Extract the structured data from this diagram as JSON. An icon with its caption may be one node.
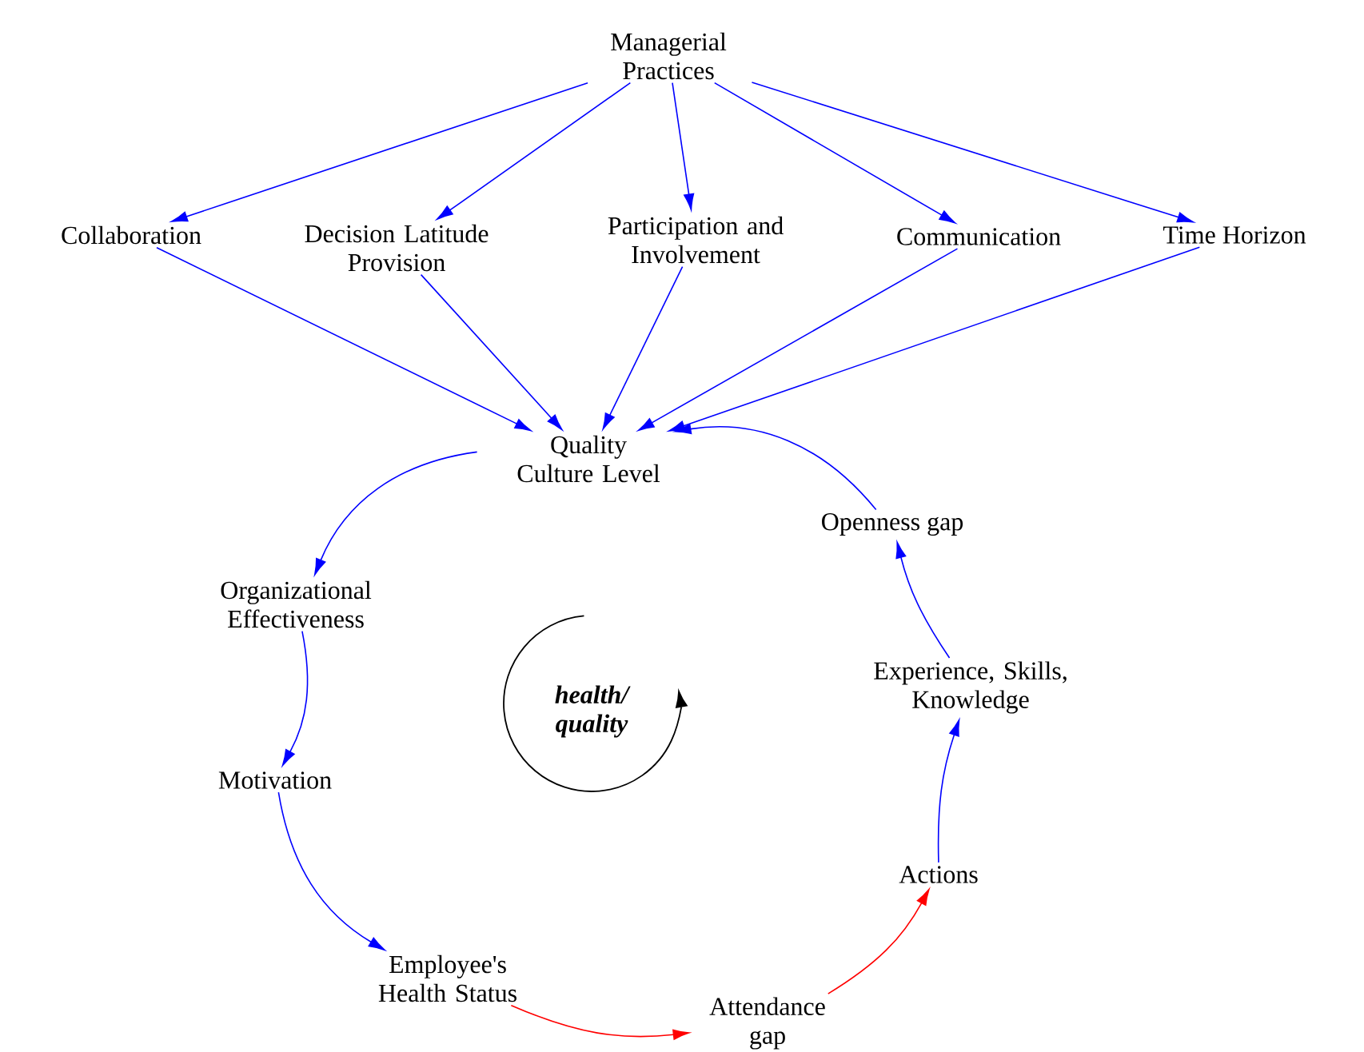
{
  "diagram": {
    "nodes": [
      {
        "text": [
          "Managerial Practices"
        ]
      },
      {
        "text": [
          "Collaboration"
        ]
      },
      {
        "text": [
          "Decision Latitude Provision"
        ]
      },
      {
        "text": [
          "Participation and Involvement"
        ]
      },
      {
        "text": [
          "Communication"
        ]
      },
      {
        "text": [
          "Time Horizon"
        ]
      },
      {
        "text": [
          "Quality Culture Level"
        ]
      },
      {
        "text": [
          "Openness gap"
        ]
      },
      {
        "text": [
          "Organizational Effectiveness"
        ]
      },
      {
        "text": [
          "Experience, Skills, Knowledge"
        ]
      },
      {
        "text": [
          "Motivation"
        ]
      },
      {
        "text": [
          "Actions"
        ]
      },
      {
        "text": [
          "Employee's Health Status"
        ]
      },
      {
        "text": [
          "Attendance gap"
        ]
      }
    ],
    "edges": [
      {
        "from": 0,
        "to": 1,
        "arrow": "to"
      },
      {
        "from": 0,
        "to": 2,
        "arrow": "to"
      },
      {
        "from": 0,
        "to": 3,
        "arrow": "to"
      },
      {
        "from": 0,
        "to": 4,
        "arrow": "to"
      },
      {
        "from": 0,
        "to": 5,
        "arrow": "to"
      },
      {
        "from": 1,
        "to": 6,
        "arrow": "to"
      },
      {
        "from": 2,
        "to": 6,
        "arrow": "to"
      },
      {
        "from": 3,
        "to": 6,
        "arrow": "to"
      },
      {
        "from": 4,
        "to": 6,
        "arrow": "to"
      },
      {
        "from": 5,
        "to": 6,
        "arrow": "to"
      },
      {
        "from": 6,
        "to": 8,
        "arrow": "to"
      },
      {
        "from": 8,
        "to": 10,
        "arrow": "to"
      },
      {
        "from": 10,
        "to": 12,
        "arrow": "to"
      },
      {
        "from": 12,
        "to": 13,
        "arrow": "to",
        "color": "#ff0000"
      },
      {
        "from": 13,
        "to": 11,
        "arrow": "to",
        "color": "#ff0000"
      },
      {
        "from": 11,
        "to": 9,
        "arrow": "to"
      },
      {
        "from": 9,
        "to": 7,
        "arrow": "to"
      },
      {
        "from": 7,
        "to": 6,
        "arrow": "to"
      }
    ],
    "labels": [
      "health/ quality"
    ]
  }
}
